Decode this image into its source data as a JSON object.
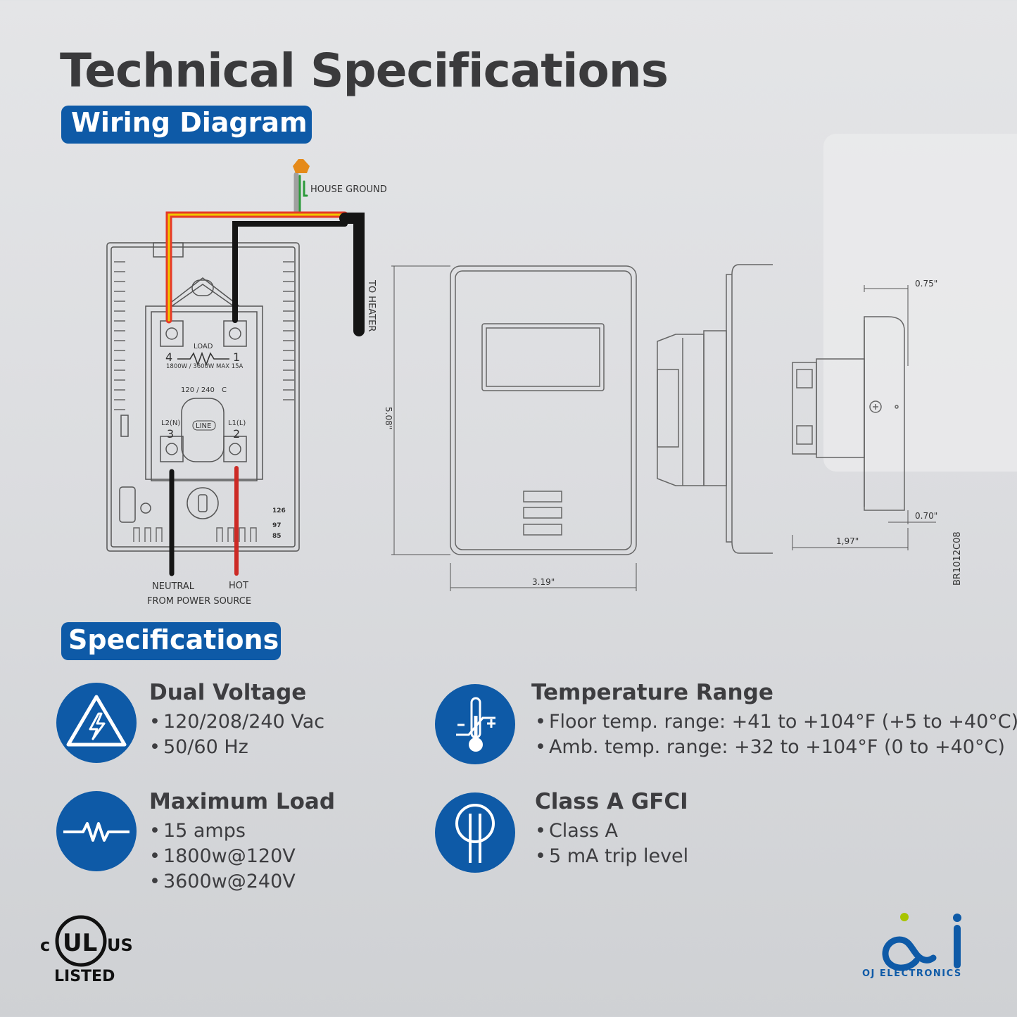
{
  "title": "Technical Specifications",
  "wiring_label": "Wiring Diagram",
  "specifications_label": "Specifications",
  "diagram": {
    "house_ground": "HOUSE GROUND",
    "to_heater": "TO HEATER",
    "load": "LOAD",
    "load_rating": "1800W / 3600W MAX 15A",
    "voltage_c": "120 / 240",
    "c_label": "C",
    "terminal_4": "4",
    "terminal_1": "1",
    "terminal_3": "3",
    "terminal_2": "2",
    "l2n": "L2(N)",
    "l1l": "L1(L)",
    "line": "LINE",
    "neutral": "NEUTRAL",
    "hot": "HOT",
    "from_power": "FROM POWER SOURCE",
    "dim_height": "5.08\"",
    "dim_width": "3.19\"",
    "dim_075": "0.75\"",
    "dim_070": "0.70\"",
    "dim_197": "1,97\"",
    "part_code": "BR1012C08",
    "cell_code_1": "126",
    "cell_code_2": "97",
    "cell_code_3": "85"
  },
  "specs": [
    {
      "title": "Dual Voltage",
      "items": [
        "120/208/240 Vac",
        "50/60 Hz"
      ],
      "icon": "high-voltage-icon"
    },
    {
      "title": "Temperature Range",
      "items": [
        "Floor temp. range: +41 to +104°F (+5 to +40°C)",
        "Amb. temp. range: +32 to +104°F (0 to +40°C)"
      ],
      "icon": "thermometer-icon"
    },
    {
      "title": "Maximum Load",
      "items": [
        "15 amps",
        "1800w@120V",
        "3600w@240V"
      ],
      "icon": "resistor-icon"
    },
    {
      "title": "Class A GFCI",
      "items": [
        "Class A",
        "5 mA trip level"
      ],
      "icon": "gfci-sensor-icon"
    }
  ],
  "ul": {
    "c": "c",
    "ul": "UL",
    "us": "US",
    "listed": "LISTED"
  },
  "brand": {
    "name": "OJ ELECTRONICS"
  },
  "colors": {
    "accent": "#0e5aa7",
    "brand_green": "#a8c400"
  }
}
